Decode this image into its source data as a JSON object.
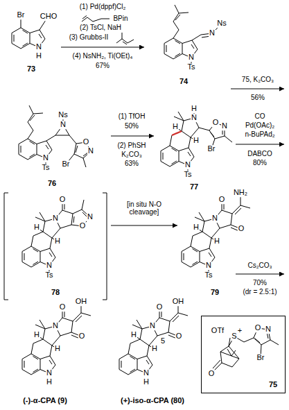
{
  "diagram": {
    "nodes": [
      {
        "text": [
          "S",
          "+",
          "OTf",
          "O",
          "N",
          "Br",
          "O",
          "75"
        ]
      }
    ],
    "labels": [
      "Br",
      "CHO",
      "N",
      "H",
      "73",
      "(1) Pd(dppf)Cl₂",
      "BPin",
      "(2) TsCl, NaH",
      "(3) Grubbs-II",
      "(4) NsNH₂, Ti(OEt)₄",
      "67%",
      "N",
      "Ns",
      "N",
      "Ts",
      "74",
      "75, K₂CO₃",
      "56%",
      "Ns",
      "N",
      "O",
      "N",
      "Br",
      "N",
      "Ts",
      "76",
      "(1) TfOH",
      "50%",
      "(2) PhSH",
      "K₂CO₃",
      "63%",
      "N",
      "H",
      "H",
      "H",
      "O",
      "N",
      "Br",
      "N",
      "Ts",
      "77",
      "CO",
      "Pd(OAc)₂",
      "n-BuPAd₂",
      "DABCO",
      "80%",
      "O",
      "N",
      "H",
      "H",
      "N",
      "O",
      "N",
      "Ts",
      "78",
      "[in situ N-O cleavage]",
      "NH₂",
      "O",
      "N",
      "O",
      "H",
      "H",
      "N",
      "Ts",
      "79",
      "Cs₂CO₃",
      "70%",
      "(dr = 2.5:1)",
      "OH",
      "N",
      "O",
      "O",
      "H",
      "H",
      "N",
      "H",
      "(-)-α-CPA (9)",
      "OH",
      "N",
      "O",
      "O",
      "5",
      "H",
      "H",
      "N",
      "H",
      "(+)-iso-α-CPA (80)"
    ]
  }
}
